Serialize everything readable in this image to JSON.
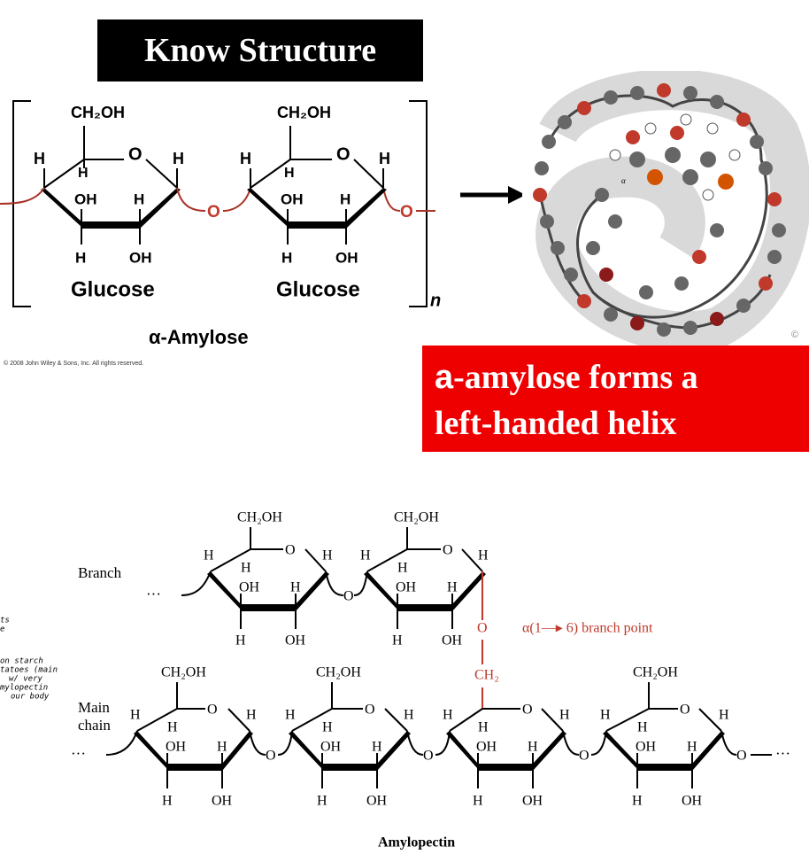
{
  "header": {
    "title": "Know Structure"
  },
  "amylose": {
    "ring1": {
      "ch2oh": "CH₂OH",
      "o": "O",
      "h_ul": "H",
      "h_c4": "H",
      "oh_c3": "OH",
      "h_c2": "H",
      "h_c1": "H",
      "h_bottom_left": "H",
      "oh_bottom_right": "OH",
      "label": "Glucose"
    },
    "ring2": {
      "ch2oh": "CH₂OH",
      "o": "O",
      "h_ul": "H",
      "h_c4": "H",
      "oh_c3": "OH",
      "h_c2": "H",
      "h_c1": "H",
      "h_bottom_left": "H",
      "oh_bottom_right": "OH",
      "label": "Glucose"
    },
    "bridge_o": "O",
    "end_o": "O",
    "repeat_n": "n",
    "name": "α-Amylose",
    "copyright": "© 2008 John Wiley & Sons, Inc. All rights reserved."
  },
  "helix": {
    "alpha_label": "α",
    "copyright_symbol": "©",
    "caption_symbol": "a",
    "caption_rest": "-amylose forms a",
    "caption_line2": "left-handed helix"
  },
  "amylopectin": {
    "branch_label": "Branch",
    "main_chain_label_1": "Main",
    "main_chain_label_2": "chain",
    "branch_point_label": "α(1—▸ 6) branch point",
    "ch2": "CH₂",
    "ch2oh": "CH₂OH",
    "o": "O",
    "h": "H",
    "oh": "OH",
    "ellipsis_left": "···",
    "ellipsis_right": "···",
    "name": "Amylopectin"
  },
  "handwritten": {
    "line1": "ts",
    "line2": "e",
    "line3": "on starch",
    "line4": "tatoes (main",
    "line5": "w/ very",
    "line6": "mylopectin",
    "line7": "our body"
  },
  "colors": {
    "link_red": "#c0392b",
    "caption_bg": "#ee0000"
  }
}
